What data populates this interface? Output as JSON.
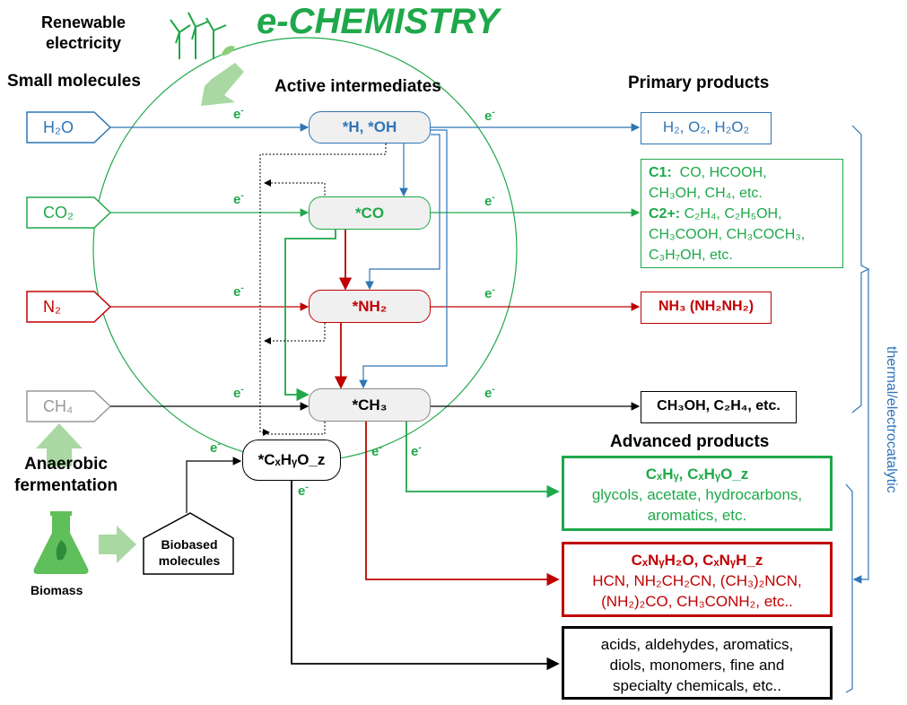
{
  "header": {
    "title": "e-CHEMISTRY",
    "renewable": "Renewable\nelectricity",
    "small_molecules": "Small molecules",
    "active_intermediates": "Active intermediates",
    "primary_products": "Primary products",
    "advanced_products": "Advanced products"
  },
  "electron_label": "e",
  "electron_sup": "-",
  "inputs": {
    "h2o": "H₂O",
    "co2": "CO₂",
    "n2": "N₂",
    "ch4": "CH₄"
  },
  "intermediates": {
    "h_oh": "*H, *OH",
    "co": "*CO",
    "nh2": "*NH₂",
    "ch3": "*CH₃",
    "cxhyoz": "*CₓHᵧO_z"
  },
  "primary": {
    "h2": "H₂, O₂, H₂O₂",
    "c1_label": "C1:",
    "c1": "CO, HCOOH,",
    "c1b": "CH₃OH, CH₄, etc.",
    "c2_label": "C2+:",
    "c2": "C₂H₄, C₂H₅OH,",
    "c2b": "CH₃COOH, CH₃COCH₃,",
    "c2c": "C₃H₇OH, etc.",
    "nh3": "NH₃ (NH₂NH₂)",
    "ch3oh": "CH₃OH, C₂H₄, etc."
  },
  "advanced": {
    "green_title": "CₓHᵧ, CₓHᵧO_z",
    "green_line1": "glycols, acetate, hydrocarbons,",
    "green_line2": "aromatics, etc.",
    "red_title": "CₓNᵧH₂O, CₓNᵧH_z",
    "red_line1": "HCN, NH₂CH₂CN, (CH₃)₂NCN,",
    "red_line2": "(NH₂)₂CO, CH₃CONH₂, etc..",
    "black_line1": "acids, aldehydes, aromatics,",
    "black_line2": "diols, monomers, fine and",
    "black_line3": "specialty chemicals, etc.."
  },
  "left": {
    "anaerobic": "Anaerobic\nfermentation",
    "biomass": "Biomass",
    "biobased": "Biobased\nmolecules"
  },
  "side_label": "thermal/electrocatalytic",
  "colors": {
    "blue": "#2e75b6",
    "green": "#1fa84a",
    "red": "#c00000",
    "gray": "#999999",
    "black": "#000000"
  }
}
